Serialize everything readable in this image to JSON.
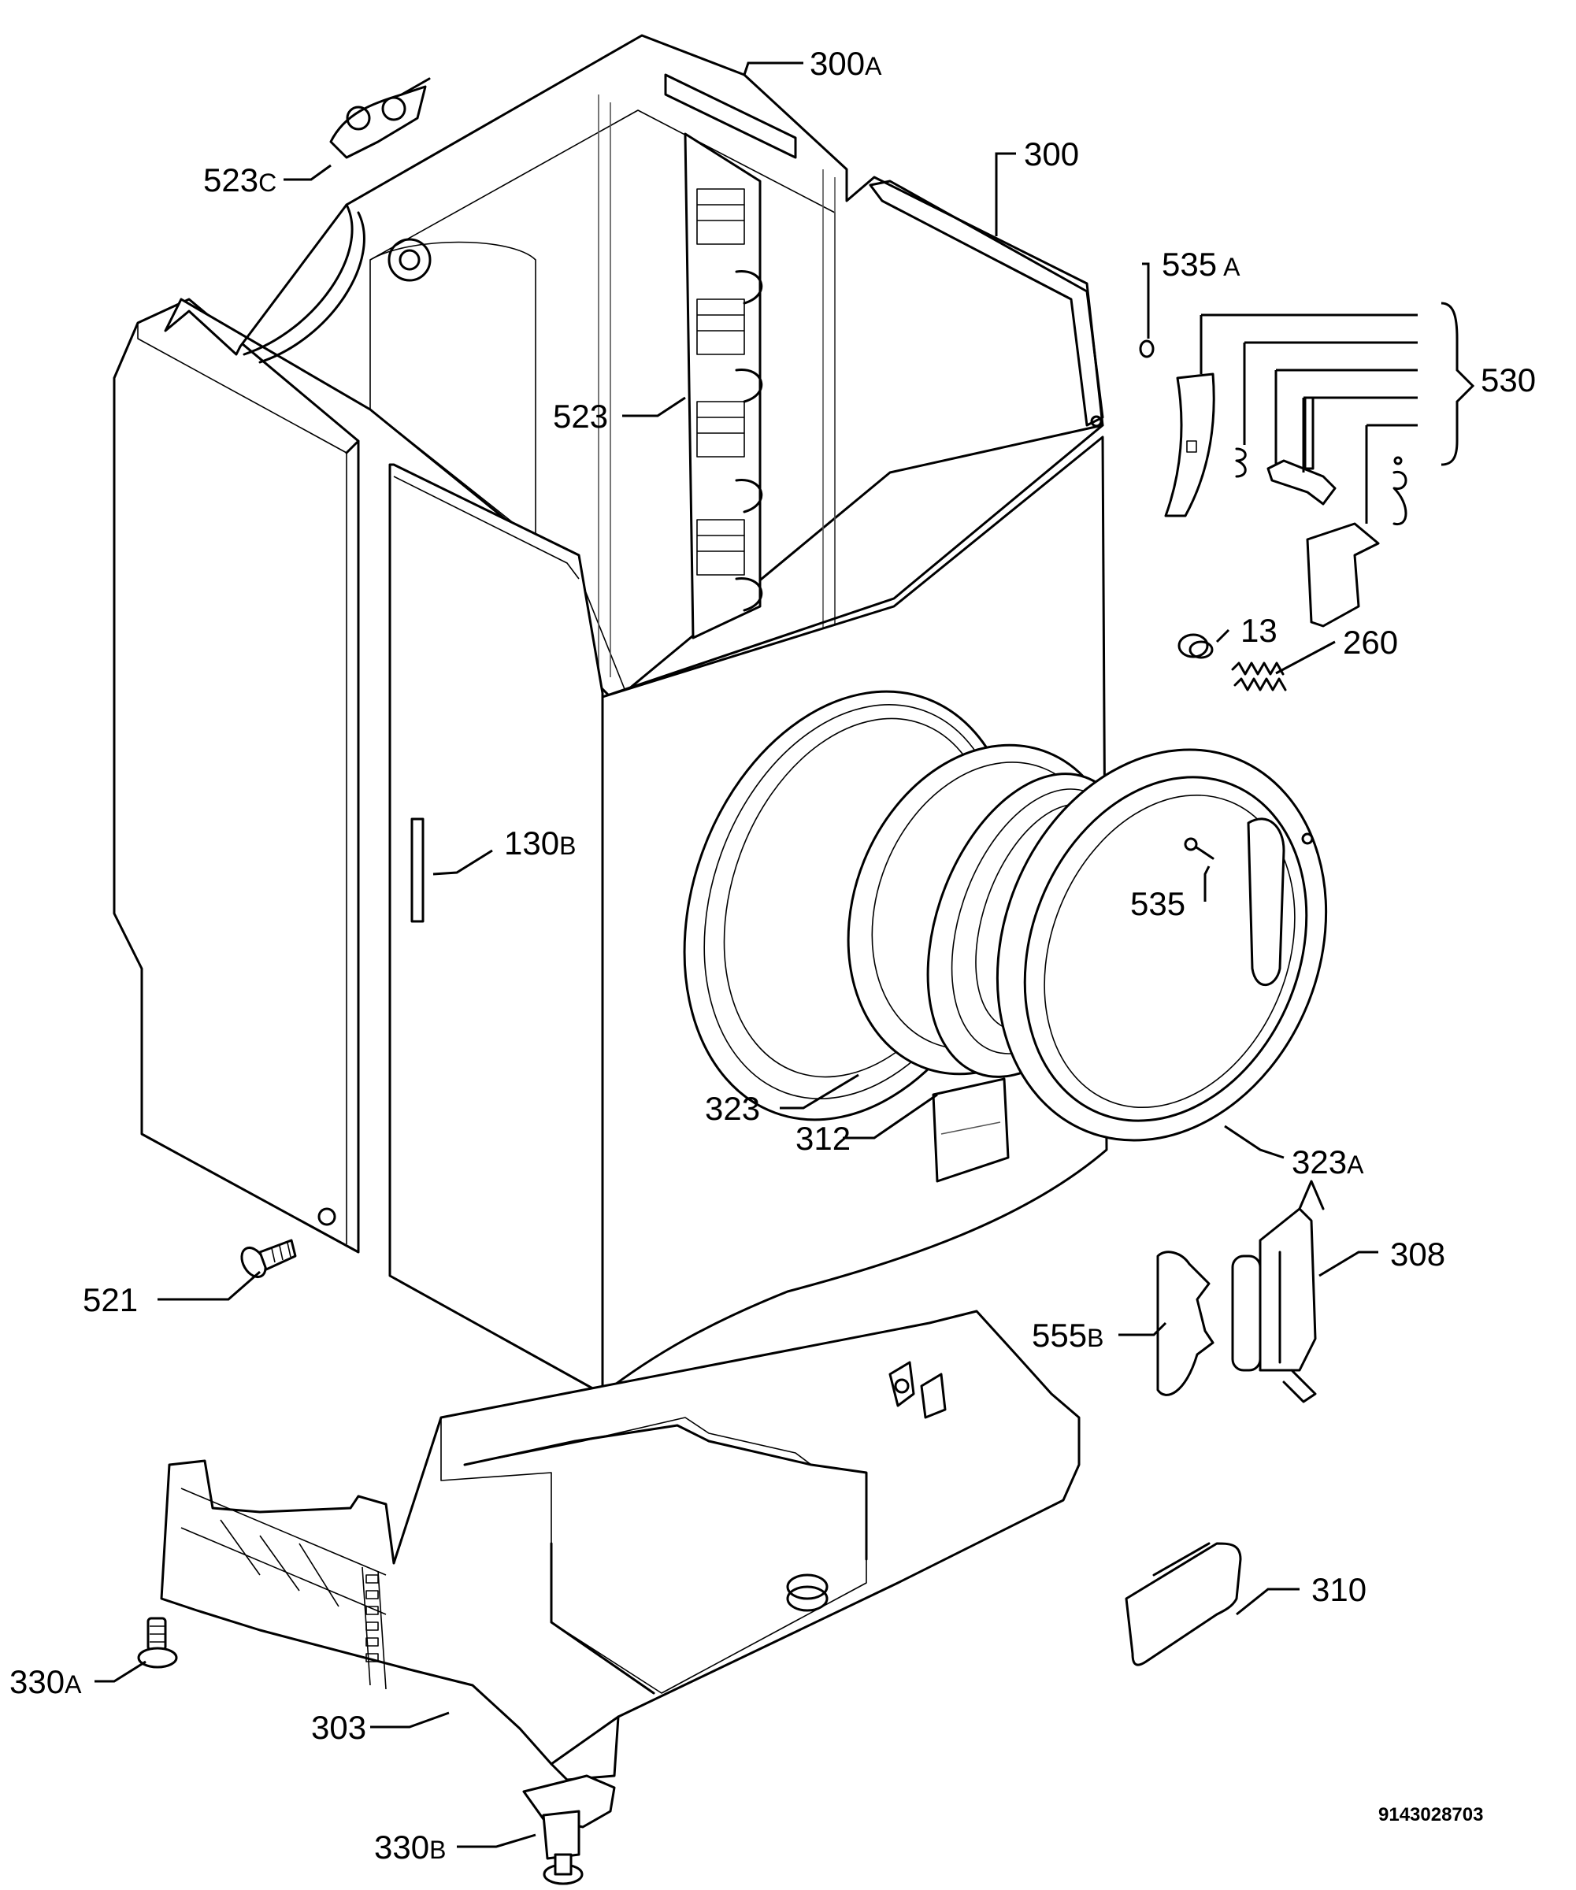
{
  "drawing_number": "9143028703",
  "labels": [
    {
      "id": "300A",
      "num": "300",
      "suffix": "A"
    },
    {
      "id": "523C",
      "num": "523",
      "suffix": "C"
    },
    {
      "id": "300",
      "num": "300",
      "suffix": ""
    },
    {
      "id": "535A",
      "num": "535",
      "suffix": "A"
    },
    {
      "id": "530",
      "num": "530",
      "suffix": ""
    },
    {
      "id": "523",
      "num": "523",
      "suffix": ""
    },
    {
      "id": "13",
      "num": "13",
      "suffix": ""
    },
    {
      "id": "260",
      "num": "260",
      "suffix": ""
    },
    {
      "id": "130B",
      "num": "130",
      "suffix": "B"
    },
    {
      "id": "535",
      "num": "535",
      "suffix": ""
    },
    {
      "id": "323",
      "num": "323",
      "suffix": ""
    },
    {
      "id": "312",
      "num": "312",
      "suffix": ""
    },
    {
      "id": "323A",
      "num": "323",
      "suffix": "A"
    },
    {
      "id": "308",
      "num": "308",
      "suffix": ""
    },
    {
      "id": "521",
      "num": "521",
      "suffix": ""
    },
    {
      "id": "555B",
      "num": "555",
      "suffix": "B"
    },
    {
      "id": "310",
      "num": "310",
      "suffix": ""
    },
    {
      "id": "330A",
      "num": "330",
      "suffix": "A"
    },
    {
      "id": "303",
      "num": "303",
      "suffix": ""
    },
    {
      "id": "330B",
      "num": "330",
      "suffix": "B"
    }
  ]
}
